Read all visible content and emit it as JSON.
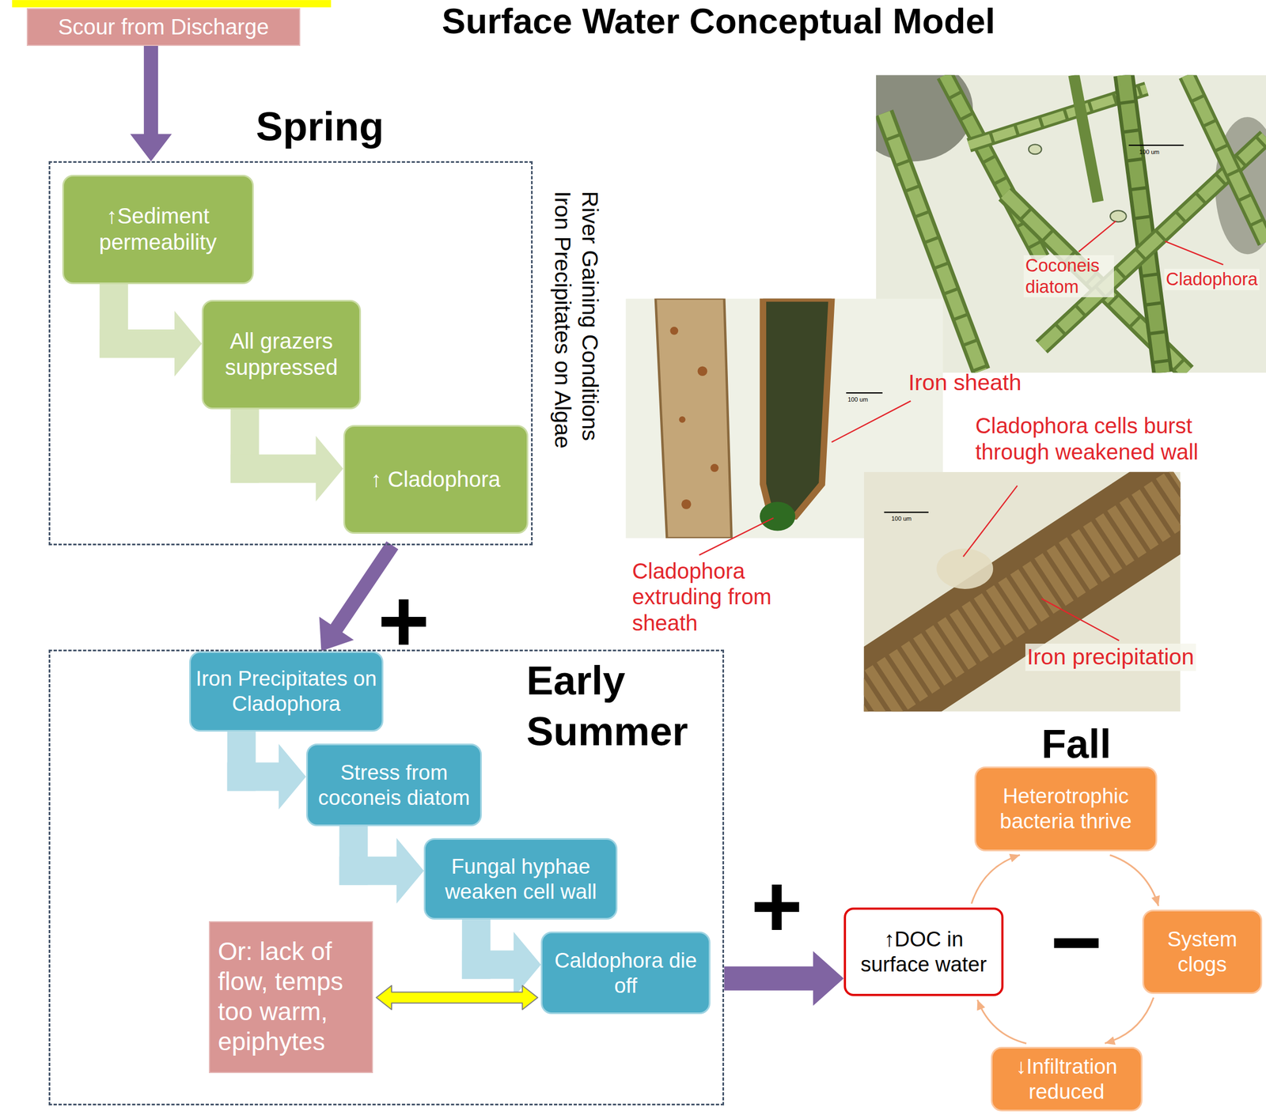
{
  "diagram": {
    "title": "Surface Water Conceptual Model",
    "nodes": [
      {
        "text": [
          "Scour from Discharge"
        ]
      },
      {
        "text": [
          "Spring"
        ]
      },
      {
        "text": [
          "↑Sediment permeability"
        ],
        "in": 1
      },
      {
        "text": [
          "All grazers suppressed"
        ],
        "in": 1
      },
      {
        "text": [
          "↑ Cladophora"
        ],
        "in": 1
      },
      {
        "text": [
          "Early Summer"
        ]
      },
      {
        "text": [
          "Iron Precipitates on Cladophora"
        ],
        "in": 5
      },
      {
        "text": [
          "Stress from coconeis diatom"
        ],
        "in": 5
      },
      {
        "text": [
          "Fungal hyphae weaken cell wall"
        ],
        "in": 5
      },
      {
        "text": [
          "Caldophora die off"
        ],
        "in": 5
      },
      {
        "text": [
          "Or: lack of flow, temps too warm, epiphytes"
        ],
        "in": 5
      },
      {
        "text": [
          "↑DOC in surface water"
        ]
      },
      {
        "text": [
          "Heterotrophic bacteria thrive"
        ]
      },
      {
        "text": [
          "System clogs"
        ]
      },
      {
        "text": [
          "↓Infiltration reduced"
        ]
      }
    ],
    "edges": [
      {
        "from": 0,
        "to": 1,
        "arrow": "to"
      },
      {
        "from": 2,
        "to": 3,
        "arrow": "to"
      },
      {
        "from": 3,
        "to": 4,
        "arrow": "to"
      },
      {
        "from": 1,
        "to": 6,
        "arrow": "to"
      },
      {
        "from": 6,
        "to": 7,
        "arrow": "to"
      },
      {
        "from": 7,
        "to": 8,
        "arrow": "to"
      },
      {
        "from": 8,
        "to": 9,
        "arrow": "to"
      },
      {
        "from": 10,
        "to": 9,
        "arrow": "both"
      },
      {
        "from": 5,
        "to": 11,
        "arrow": "to"
      },
      {
        "from": 11,
        "to": 12,
        "arrow": "to"
      },
      {
        "from": 12,
        "to": 13,
        "arrow": "to"
      },
      {
        "from": 13,
        "to": 14,
        "arrow": "to"
      },
      {
        "from": 14,
        "to": 11,
        "arrow": "to"
      }
    ],
    "labels": [
      "River Gaining Conditions",
      "Iron Precipitates on Algae",
      "Coconeis diatom",
      "Cladophora",
      "100 um",
      "100 um",
      "Iron sheath",
      "Cladophora cells burst through weakened wall",
      "100 um",
      "Cladophora extruding from sheath",
      "Iron precipitation",
      "+",
      "Fall",
      "+",
      "−"
    ]
  }
}
